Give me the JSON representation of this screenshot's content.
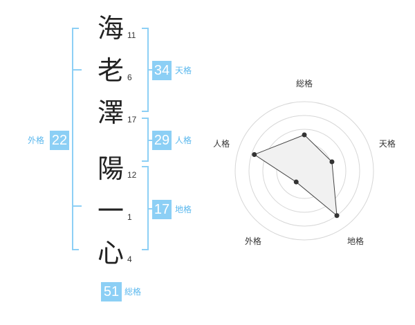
{
  "name": {
    "characters": [
      {
        "kanji": "海",
        "strokes": "11"
      },
      {
        "kanji": "老",
        "strokes": "6"
      },
      {
        "kanji": "澤",
        "strokes": "17"
      },
      {
        "kanji": "陽",
        "strokes": "12"
      },
      {
        "kanji": "一",
        "strokes": "1"
      },
      {
        "kanji": "心",
        "strokes": "4"
      }
    ]
  },
  "fortune": {
    "tenkaku": {
      "value": "34",
      "label": "天格"
    },
    "jinkaku": {
      "value": "29",
      "label": "人格"
    },
    "chikaku": {
      "value": "17",
      "label": "地格"
    },
    "gaikaku": {
      "value": "22",
      "label": "外格"
    },
    "soukaku": {
      "value": "51",
      "label": "総格"
    }
  },
  "colors": {
    "accent": "#8ccff5",
    "accent_text": "#5bb8ee"
  },
  "chart_data": {
    "type": "radar",
    "axes": [
      "総格",
      "天格",
      "地格",
      "外格",
      "人格"
    ],
    "values": [
      2.6,
      2.1,
      4.0,
      1.0,
      3.8
    ],
    "max": 5,
    "rings": 5
  }
}
